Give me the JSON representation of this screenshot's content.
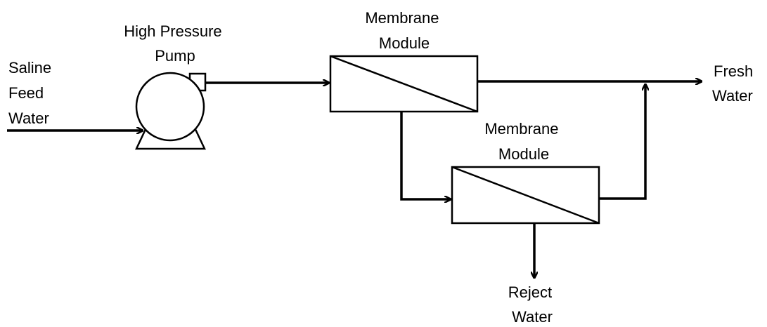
{
  "labels": {
    "feed": [
      "Saline",
      "Feed",
      "Water"
    ],
    "pump": [
      "High Pressure",
      "Pump"
    ],
    "module1": [
      "Membrane",
      "Module"
    ],
    "module2": [
      "Membrane",
      "Module"
    ],
    "fresh": [
      "Fresh",
      "Water"
    ],
    "reject": [
      "Reject",
      "Water"
    ]
  }
}
